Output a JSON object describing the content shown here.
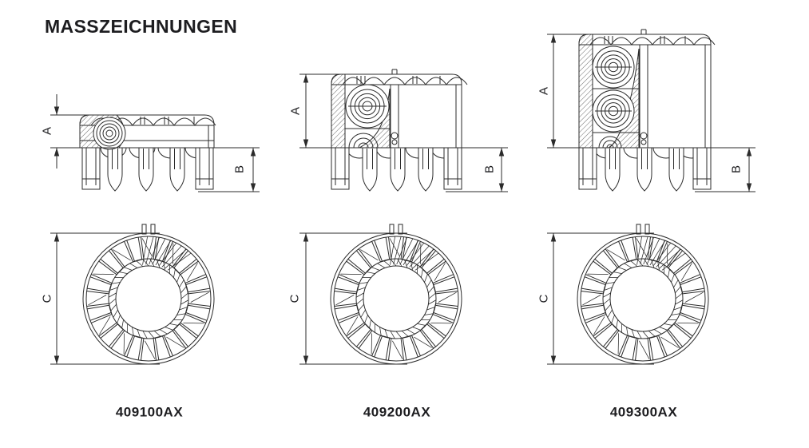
{
  "title": "MASSZEICHNUNGEN",
  "dimension_labels": {
    "a": "A",
    "b": "B",
    "c": "C"
  },
  "parts": [
    {
      "part_number": "409100AX"
    },
    {
      "part_number": "409200AX"
    },
    {
      "part_number": "409300AX"
    }
  ],
  "colors": {
    "ink": "#2b2b2b",
    "text": "#1d1d20",
    "background": "#ffffff"
  }
}
